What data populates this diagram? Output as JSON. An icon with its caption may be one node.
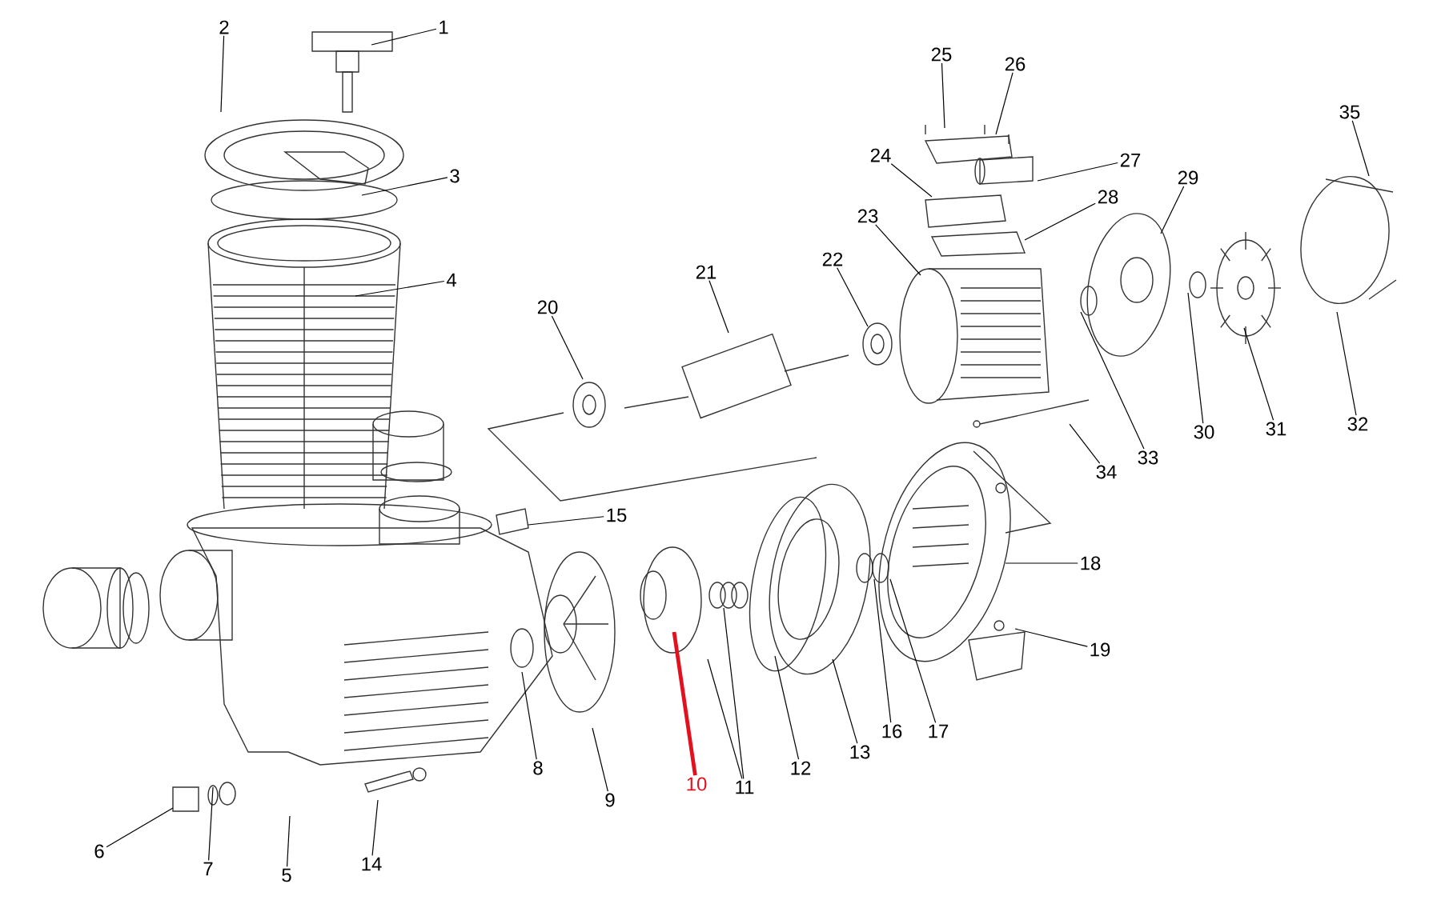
{
  "diagram": {
    "nodes": [
      {
        "text": [
          "1"
        ]
      },
      {
        "text": [
          "2"
        ]
      },
      {
        "text": [
          "3"
        ]
      },
      {
        "text": [
          "4"
        ]
      },
      {
        "text": [
          "5"
        ]
      },
      {
        "text": [
          "6"
        ]
      },
      {
        "text": [
          "7"
        ]
      },
      {
        "text": [
          "8"
        ]
      },
      {
        "text": [
          "9"
        ]
      },
      {
        "text": [
          "10"
        ]
      },
      {
        "text": [
          "11"
        ]
      },
      {
        "text": [
          "12"
        ]
      },
      {
        "text": [
          "13"
        ]
      },
      {
        "text": [
          "14"
        ]
      },
      {
        "text": [
          "15"
        ]
      },
      {
        "text": [
          "16"
        ]
      },
      {
        "text": [
          "17"
        ]
      },
      {
        "text": [
          "18"
        ]
      },
      {
        "text": [
          "19"
        ]
      },
      {
        "text": [
          "20"
        ]
      },
      {
        "text": [
          "21"
        ]
      },
      {
        "text": [
          "22"
        ]
      },
      {
        "text": [
          "23"
        ]
      },
      {
        "text": [
          "24"
        ]
      },
      {
        "text": [
          "25"
        ]
      },
      {
        "text": [
          "26"
        ]
      },
      {
        "text": [
          "27"
        ]
      },
      {
        "text": [
          "28"
        ]
      },
      {
        "text": [
          "29"
        ]
      },
      {
        "text": [
          "30"
        ]
      },
      {
        "text": [
          "31"
        ]
      },
      {
        "text": [
          "32"
        ]
      },
      {
        "text": [
          "33"
        ]
      },
      {
        "text": [
          "34"
        ]
      },
      {
        "text": [
          "35"
        ]
      }
    ],
    "edges": [
      {
        "from": 0,
        "to": null,
        "arrow": "none"
      },
      {
        "from": 1,
        "to": null,
        "arrow": "none"
      },
      {
        "from": 2,
        "to": null,
        "arrow": "none"
      },
      {
        "from": 3,
        "to": null,
        "arrow": "none"
      },
      {
        "from": 4,
        "to": null,
        "arrow": "none"
      },
      {
        "from": 5,
        "to": null,
        "arrow": "none"
      },
      {
        "from": 6,
        "to": null,
        "arrow": "none"
      },
      {
        "from": 7,
        "to": null,
        "arrow": "none"
      },
      {
        "from": 8,
        "to": null,
        "arrow": "none"
      },
      {
        "from": 9,
        "to": null,
        "arrow": "none",
        "style": "thick",
        "color": "#e3101e"
      },
      {
        "from": 10,
        "to": null,
        "arrow": "none"
      },
      {
        "from": 10,
        "to": null,
        "arrow": "none"
      },
      {
        "from": 11,
        "to": null,
        "arrow": "none"
      },
      {
        "from": 12,
        "to": null,
        "arrow": "none"
      },
      {
        "from": 13,
        "to": null,
        "arrow": "none"
      },
      {
        "from": 14,
        "to": null,
        "arrow": "none"
      },
      {
        "from": 15,
        "to": null,
        "arrow": "none"
      },
      {
        "from": 16,
        "to": null,
        "arrow": "none"
      },
      {
        "from": 17,
        "to": null,
        "arrow": "none"
      },
      {
        "from": 18,
        "to": null,
        "arrow": "none"
      },
      {
        "from": 19,
        "to": null,
        "arrow": "none"
      },
      {
        "from": 20,
        "to": null,
        "arrow": "none"
      },
      {
        "from": 21,
        "to": null,
        "arrow": "none"
      },
      {
        "from": 22,
        "to": null,
        "arrow": "none"
      },
      {
        "from": 23,
        "to": null,
        "arrow": "none"
      },
      {
        "from": 24,
        "to": null,
        "arrow": "none"
      },
      {
        "from": 25,
        "to": null,
        "arrow": "none"
      },
      {
        "from": 26,
        "to": null,
        "arrow": "none"
      },
      {
        "from": 27,
        "to": null,
        "arrow": "none"
      },
      {
        "from": 28,
        "to": null,
        "arrow": "none"
      },
      {
        "from": 29,
        "to": null,
        "arrow": "none"
      },
      {
        "from": 30,
        "to": null,
        "arrow": "none"
      },
      {
        "from": 31,
        "to": null,
        "arrow": "none"
      },
      {
        "from": 32,
        "to": null,
        "arrow": "none"
      },
      {
        "from": 33,
        "to": null,
        "arrow": "none"
      },
      {
        "from": 34,
        "to": null,
        "arrow": "none"
      }
    ]
  }
}
